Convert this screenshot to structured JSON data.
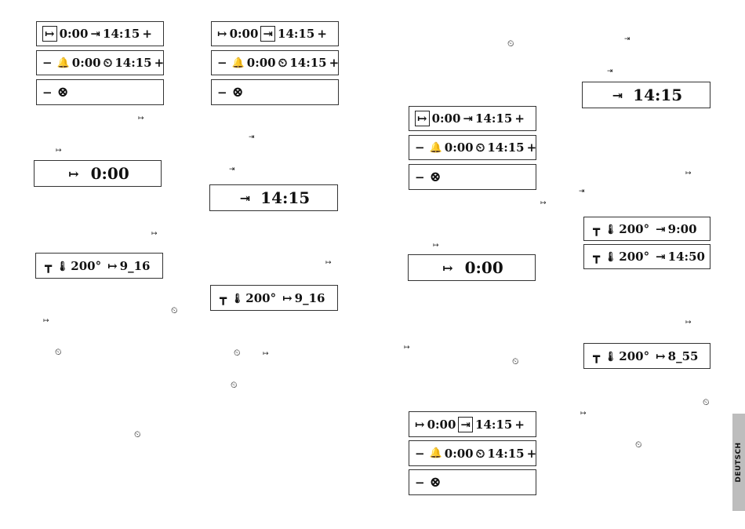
{
  "glyphs": {
    "start": "↦",
    "end": "⇥",
    "bell": "🔔",
    "clock": "⏲",
    "cancel": "⊗",
    "thermo": "🌡",
    "oven": "┳",
    "minus": "−",
    "plus": "+"
  },
  "panels": {
    "p1": {
      "start": "0:00",
      "end": "14:15",
      "timer": "0:00",
      "clock": "14:15"
    },
    "p2": {
      "start": "0:00",
      "end": "14:15",
      "timer": "0:00",
      "clock": "14:15"
    },
    "p3": {
      "start": "0:00",
      "end": "14:15",
      "timer": "0:00",
      "clock": "14:15"
    },
    "p4": {
      "start": "0:00",
      "end": "14:15",
      "timer": "0:00",
      "clock": "14:15"
    }
  },
  "big": {
    "start_a": "0:00",
    "end_a": "14:15",
    "end_b": "14:15",
    "start_b": "0:00"
  },
  "oven": {
    "o1": {
      "temp": "200°",
      "time": "9_16"
    },
    "o2": {
      "temp": "200°",
      "time": "9_16"
    },
    "o3": {
      "temp": "200°",
      "time": "9:00"
    },
    "o4": {
      "temp": "200°",
      "time": "14:50"
    },
    "o5": {
      "temp": "200°",
      "time": "8_55"
    }
  },
  "sidebar_label": "DEUTSCH"
}
